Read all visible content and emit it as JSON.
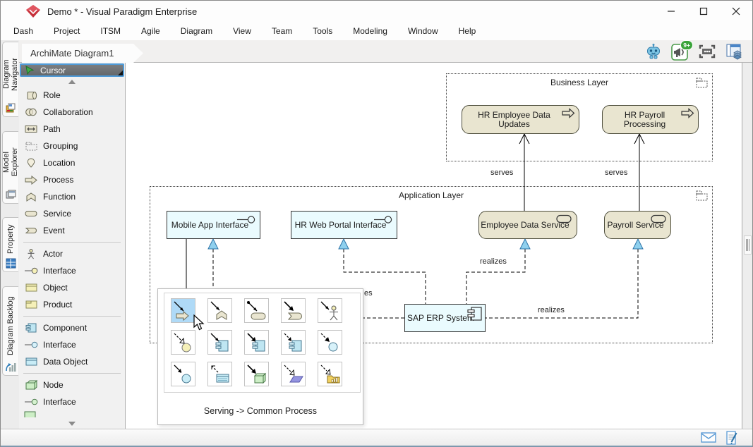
{
  "window": {
    "title": "Demo * - Visual Paradigm Enterprise"
  },
  "menu": {
    "items": [
      "Dash",
      "Project",
      "ITSM",
      "Agile",
      "Diagram",
      "View",
      "Team",
      "Tools",
      "Modeling",
      "Window",
      "Help"
    ]
  },
  "tab_bar": {
    "active_tab": "ArchiMate Diagram1",
    "news_badge": "9+",
    "icons": [
      "ai-robot-icon",
      "whats-new-megaphone-icon",
      "marquee-select-icon",
      "window-layers-icon"
    ]
  },
  "side_tabs": {
    "items": [
      "Diagram Navigator",
      "Model Explorer",
      "Property",
      "Diagram Backlog"
    ]
  },
  "palette": {
    "cursor": "Cursor",
    "items": [
      "Role",
      "Collaboration",
      "Path",
      "Grouping",
      "Location",
      "Process",
      "Function",
      "Service",
      "Event",
      "Actor",
      "Interface",
      "Object",
      "Product",
      "Component",
      "Interface",
      "Data Object",
      "Node",
      "Interface"
    ]
  },
  "diagram": {
    "business_layer_label": "Business Layer",
    "application_layer_label": "Application Layer",
    "nodes": {
      "hr_employee_data_updates": "HR Employee Data Updates",
      "hr_payroll_processing": "HR Payroll Processing",
      "mobile_app_interface": "Mobile App Interface",
      "hr_web_portal_interface": "HR Web Portal Interface",
      "employee_data_service": "Employee Data Service",
      "payroll_service": "Payroll Service",
      "sap_erp_system": "SAP ERP System"
    },
    "edge_labels": {
      "serves_left": "serves",
      "serves_right": "serves",
      "realizes_center": "realizes",
      "realizes_right": "realizes",
      "realizes_partial": "es"
    }
  },
  "popup": {
    "caption": "Serving -> Common Process",
    "cells": [
      "serving-to-process",
      "serving-to-function",
      "serving-to-service",
      "triggering-to-event",
      "serving-to-actor",
      "realization-to-interface-yellow",
      "serving-to-component",
      "triggering-to-component",
      "realization-to-component",
      "realization-to-interface-filled",
      "serving-to-interface-blue",
      "access-to-data-object",
      "serving-to-node",
      "realization-to-artifact",
      "realization-to-deliverable"
    ]
  },
  "statusbar": {
    "icons": [
      "mail-icon",
      "edit-note-icon"
    ]
  },
  "colors": {
    "tan_fill": "#e9e5d0",
    "cyan_fill": "#eafbfe",
    "triangle_fill": "#8fd0ee",
    "highlight_cell": "#afdaf7",
    "selection_border": "#4f9bd8",
    "badge_green": "#3aa33a"
  }
}
